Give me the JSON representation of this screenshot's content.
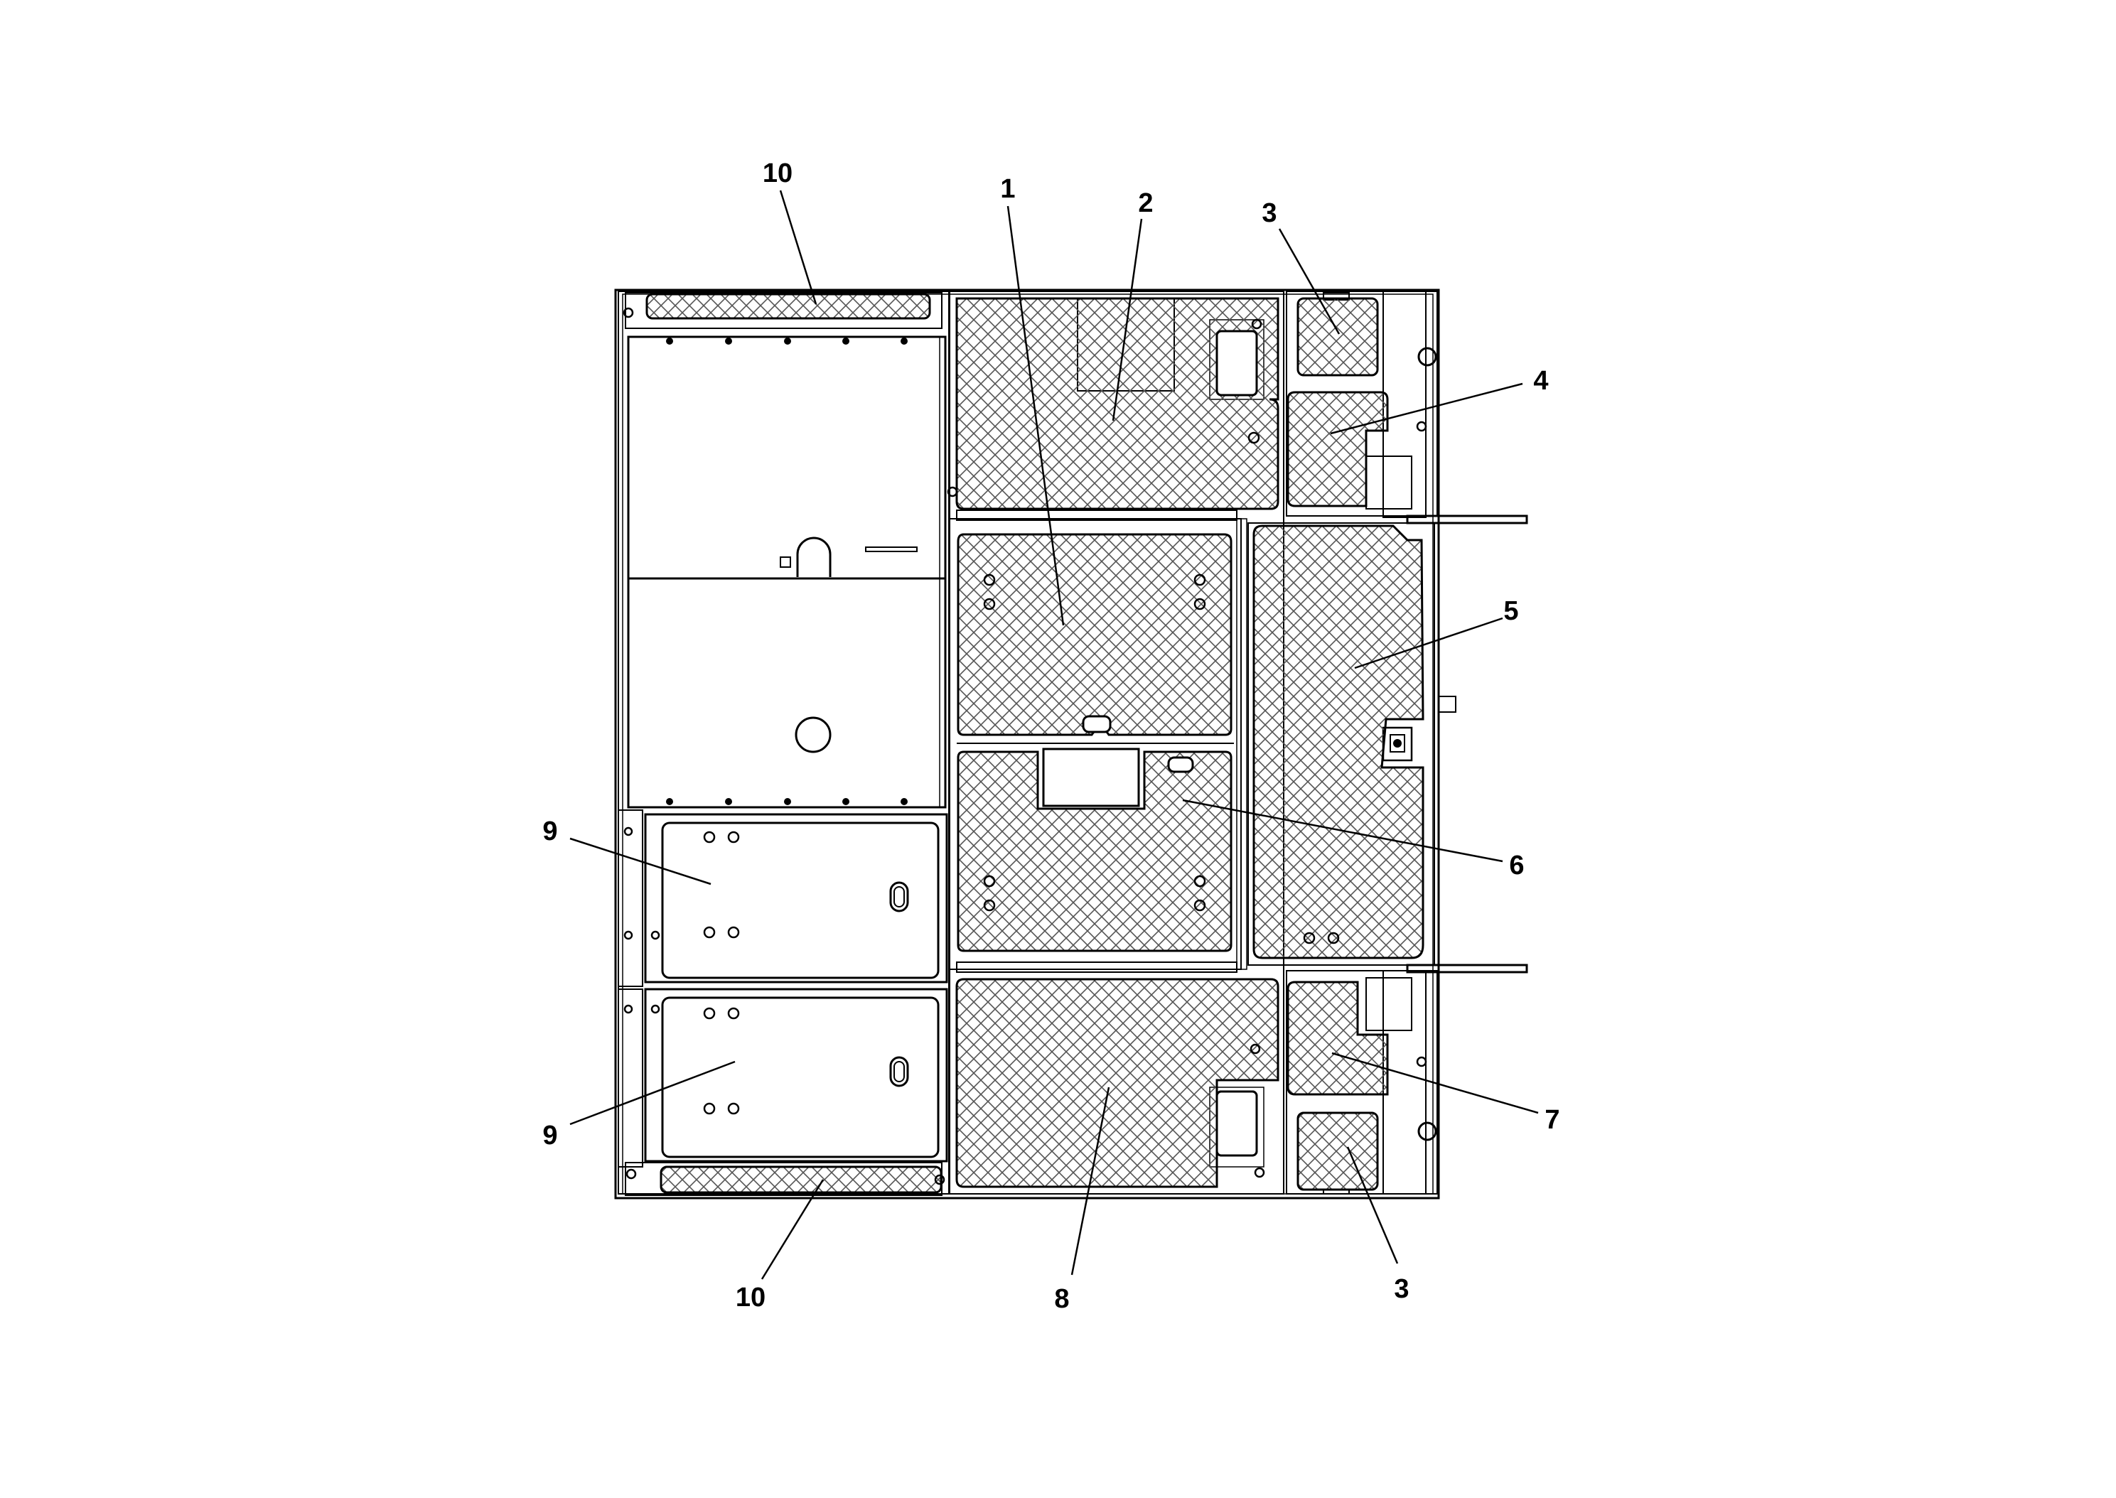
{
  "colors": {
    "line": "#000000",
    "background": "#ffffff",
    "mesh": "#555555"
  },
  "labels": {
    "l1": "1",
    "l2": "2",
    "l3a": "3",
    "l3b": "3",
    "l4": "4",
    "l5": "5",
    "l6": "6",
    "l7": "7",
    "l8": "8",
    "l9a": "9",
    "l9b": "9",
    "l10a": "10",
    "l10b": "10"
  }
}
